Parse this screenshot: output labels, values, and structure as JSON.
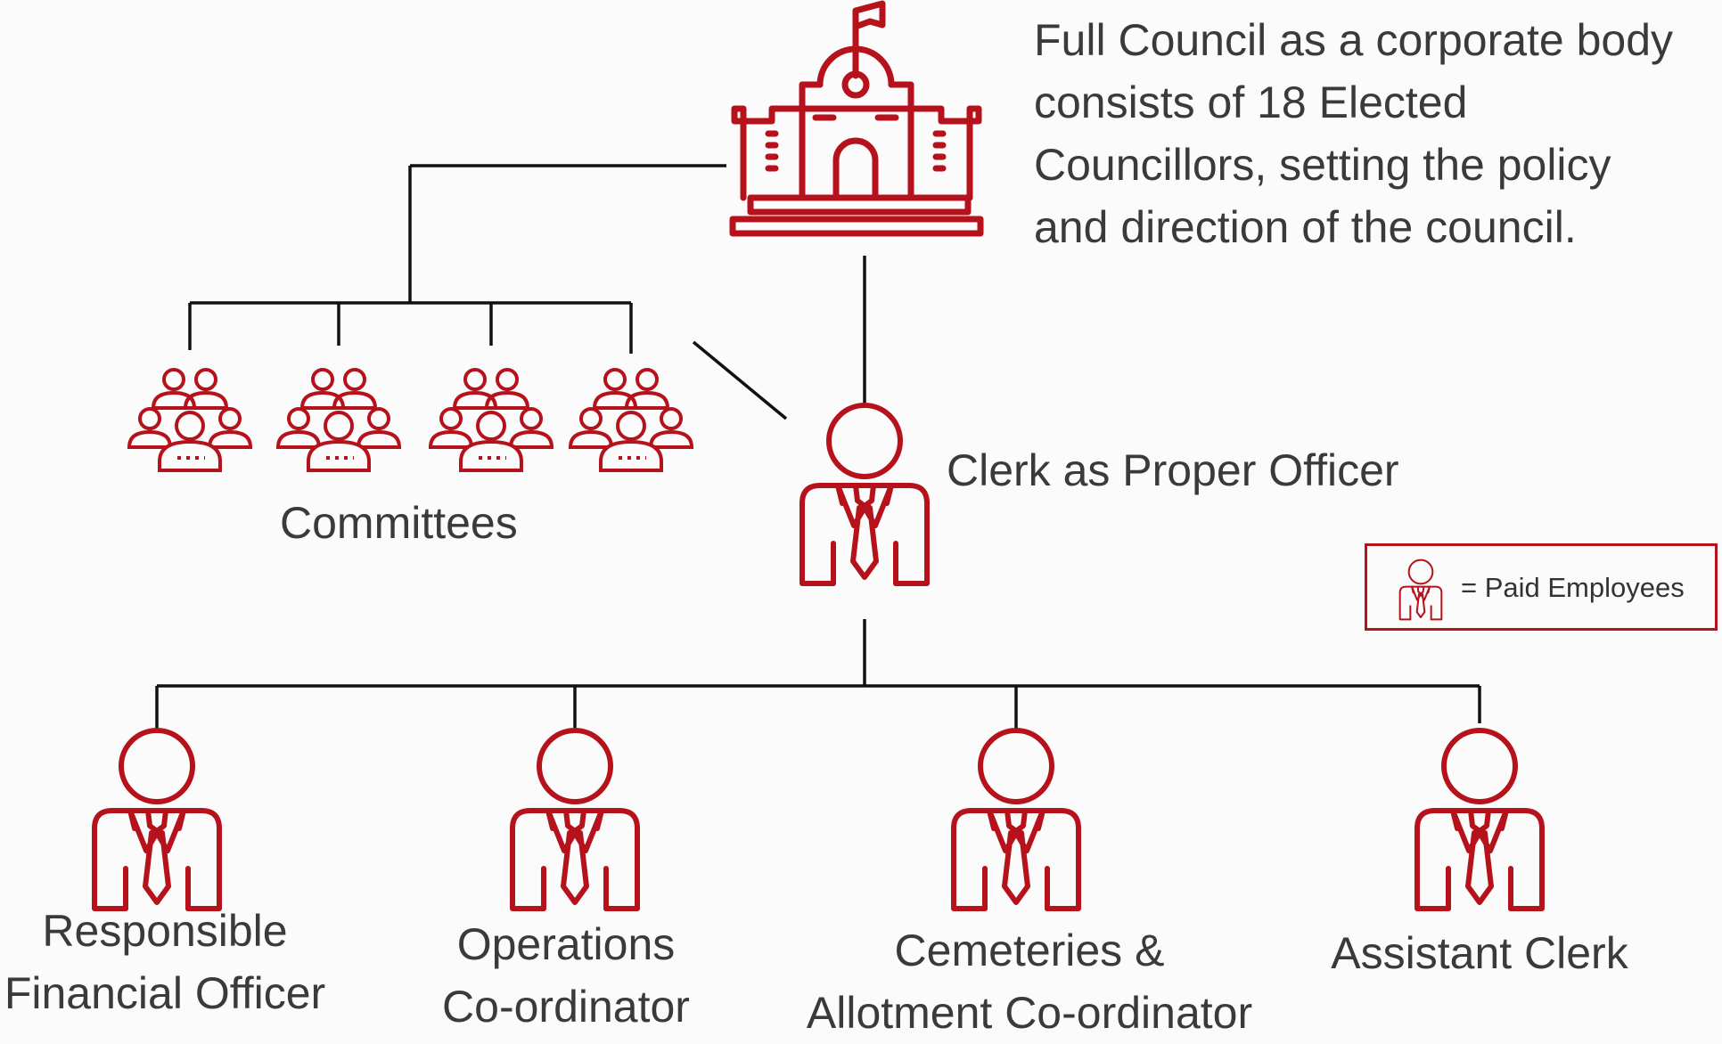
{
  "council": {
    "description": "Full Council as a corporate body consists of 18 Elected Councillors, setting the policy and direction of the council.",
    "icon": "town-hall-icon"
  },
  "clerk": {
    "label": "Clerk as Proper Officer",
    "icon": "employee-icon"
  },
  "committees": {
    "label": "Committees",
    "icon": "group-icon",
    "count": 4
  },
  "legend": {
    "text": "= Paid Employees",
    "icon": "employee-icon"
  },
  "employees": [
    {
      "label": "Responsible Financial Officer",
      "lines": [
        "Responsible",
        "Financial Officer"
      ]
    },
    {
      "label": "Operations Co-ordinator",
      "lines": [
        "Operations",
        "Co-ordinator"
      ]
    },
    {
      "label": "Cemeteries & Allotment Co-ordinator",
      "lines": [
        "Cemeteries &",
        "Allotment Co-ordinator"
      ]
    },
    {
      "label": "Assistant Clerk",
      "lines": [
        "Assistant Clerk"
      ]
    }
  ],
  "colors": {
    "accent": "#b5121b",
    "line": "#111111",
    "text": "#3a3a3a"
  }
}
